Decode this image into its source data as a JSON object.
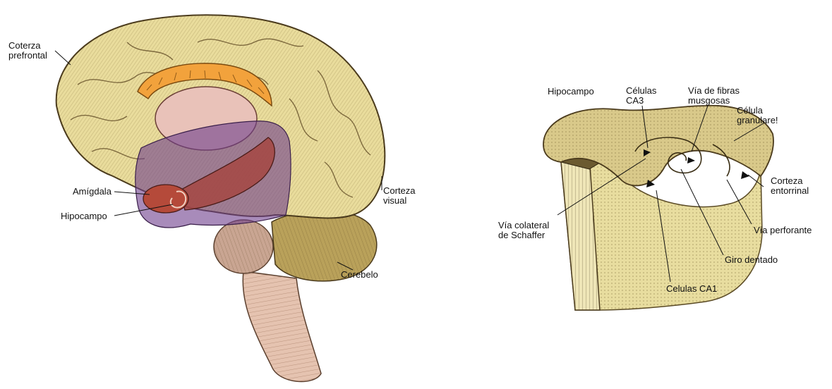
{
  "colors": {
    "cortex": "#e9dc9c",
    "cortex_dark": "#6b5a2a",
    "corpus_callosum": "#f2a23c",
    "thalamus": "#e9c2b9",
    "limbic_overlay": "#6e3d8c",
    "amygdala": "#b54a3a",
    "cerebellum": "#b9a15a",
    "brainstem": "#e5c3b0",
    "hippocampus_slice": "#e8dd9f",
    "hippocampus_edge": "#5a4a25"
  },
  "brain_labels": {
    "prefrontal": "Coterza\nprefrontal",
    "amygdala": "Amígdala",
    "hippocampus": "Hipocampo",
    "visual_cortex": "Corteza\nvisual",
    "cerebellum": "Cerebelo"
  },
  "hippo_labels": {
    "hippocampus": "Hipocampo",
    "ca3": "Células\nCA3",
    "mossy_fibers": "Vía de fibras\nmusgosas",
    "granule_cell": "Célula\ngranulare!",
    "entorhinal": "Corteza\nentorrinal",
    "schaffer": "Vía colateral\nde Schaffer",
    "perforant": "Vía perforante",
    "dentate": "Giro dentado",
    "ca1": "Celulas CA1"
  }
}
